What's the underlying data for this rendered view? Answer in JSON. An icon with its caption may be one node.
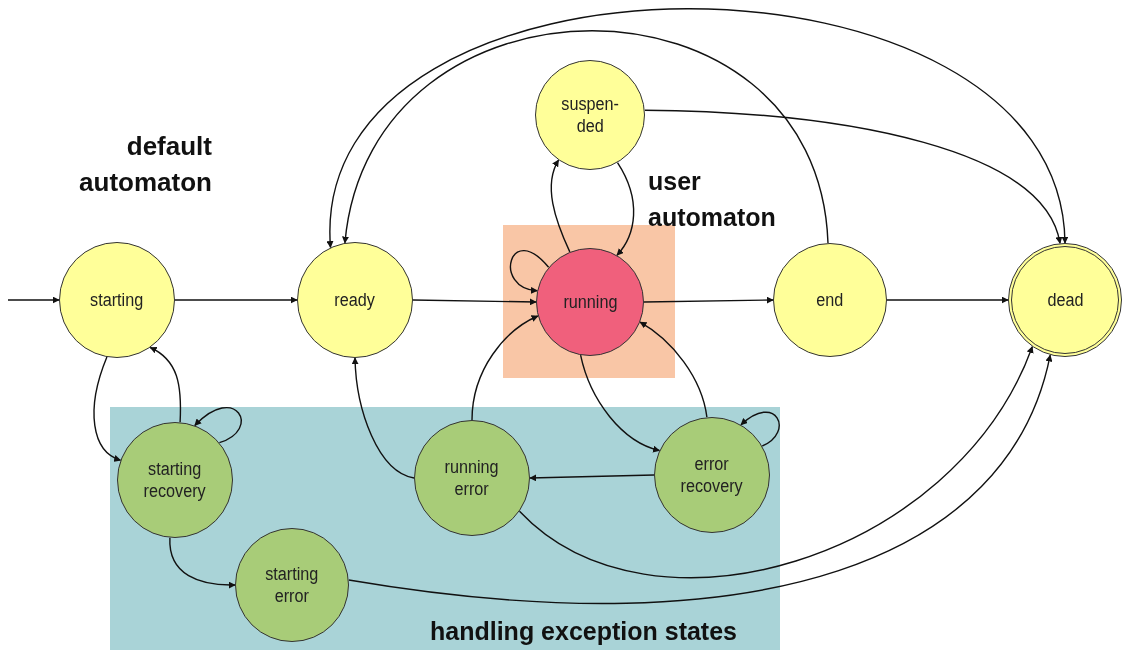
{
  "diagram": {
    "nodes": [
      {
        "text": [
          "user automaton"
        ]
      },
      {
        "text": [
          "handling exception states"
        ]
      },
      {
        "text": [
          "starting"
        ]
      },
      {
        "text": [
          "ready"
        ]
      },
      {
        "text": [
          "suspen- ded"
        ]
      },
      {
        "text": [
          "running"
        ],
        "in": 0
      },
      {
        "text": [
          "end"
        ]
      },
      {
        "text": [
          "dead"
        ]
      },
      {
        "text": [
          "starting recovery"
        ],
        "in": 1
      },
      {
        "text": [
          "starting error"
        ],
        "in": 1
      },
      {
        "text": [
          "running error"
        ],
        "in": 1
      },
      {
        "text": [
          "error recovery"
        ],
        "in": 1
      }
    ],
    "edges": [
      {
        "from": null,
        "to": 2,
        "arrow": "to"
      },
      {
        "from": 2,
        "to": 3,
        "arrow": "to"
      },
      {
        "from": 3,
        "to": 5,
        "arrow": "to"
      },
      {
        "from": 5,
        "to": 5,
        "arrow": "to"
      },
      {
        "from": 5,
        "to": 4,
        "arrow": "to"
      },
      {
        "from": 4,
        "to": 5,
        "arrow": "to"
      },
      {
        "from": 5,
        "to": 6,
        "arrow": "to"
      },
      {
        "from": 6,
        "to": 7,
        "arrow": "to"
      },
      {
        "from": 6,
        "to": 3,
        "arrow": "to"
      },
      {
        "from": 3,
        "to": 7,
        "arrow": "both"
      },
      {
        "from": 4,
        "to": 7,
        "arrow": "to"
      },
      {
        "from": 2,
        "to": 8,
        "arrow": "to"
      },
      {
        "from": 8,
        "to": 2,
        "arrow": "to"
      },
      {
        "from": 8,
        "to": 8,
        "arrow": "to"
      },
      {
        "from": 8,
        "to": 9,
        "arrow": "to"
      },
      {
        "from": 9,
        "to": 7,
        "arrow": "to"
      },
      {
        "from": 10,
        "to": 3,
        "arrow": "to"
      },
      {
        "from": 10,
        "to": 5,
        "arrow": "to"
      },
      {
        "from": 5,
        "to": 11,
        "arrow": "to"
      },
      {
        "from": 11,
        "to": 5,
        "arrow": "to"
      },
      {
        "from": 11,
        "to": 11,
        "arrow": "to"
      },
      {
        "from": 11,
        "to": 10,
        "arrow": "to"
      },
      {
        "from": 10,
        "to": 7,
        "arrow": "to"
      }
    ],
    "labels": [
      "default automaton"
    ]
  }
}
